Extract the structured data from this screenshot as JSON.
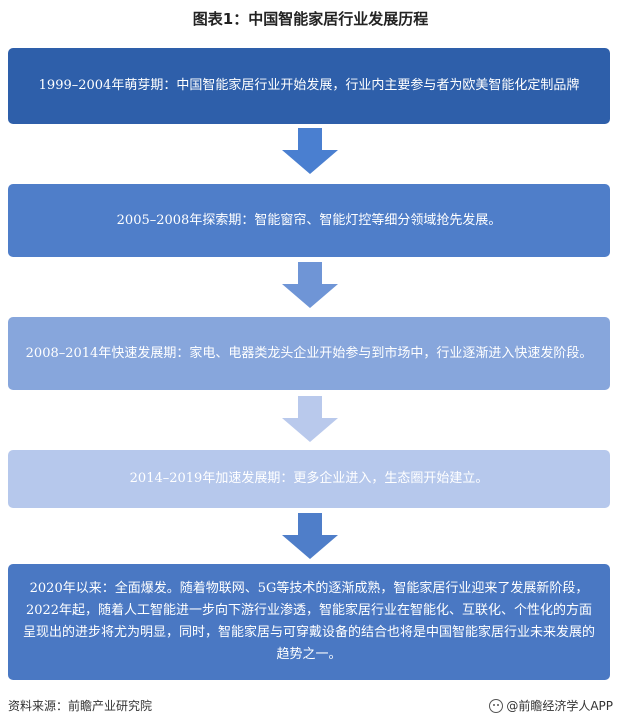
{
  "title": "图表1：中国智能家居行业发展历程",
  "stages": [
    {
      "text": "1999–2004年萌芽期：中国智能家居行业开始发展，行业内主要参与者为欧美智能化定制品牌"
    },
    {
      "text": "2005–2008年探索期：智能窗帘、智能灯控等细分领域抢先发展。"
    },
    {
      "text": "2008–2014年快速发展期：家电、电器类龙头企业开始参与到市场中，行业逐渐进入快速发阶段。"
    },
    {
      "text": "2014–2019年加速发展期：更多企业进入，生态圈开始建立。"
    },
    {
      "text": "2020年以来：全面爆发。随着物联网、5G等技术的逐渐成熟，智能家居行业迎来了发展新阶段，2022年起，随着人工智能进一步向下游行业渗透，智能家居行业在智能化、互联化、个性化的方面呈现出的进步将尤为明显，同时，智能家居与可穿戴设备的结合也将是中国智能家居行业未来发展的趋势之一。"
    }
  ],
  "colors": {
    "stage1": "#2e5faa",
    "stage2": "#4f7ec9",
    "stage3": "#87a6dc",
    "stage4": "#b6c8ec",
    "stage5": "#4a78c3",
    "arrow1": "#4a7fd0",
    "arrow2": "#6f95d6",
    "arrow3": "#b9c9ec",
    "arrow4": "#4f7ec9"
  },
  "footer": {
    "source": "资料来源：前瞻产业研究院",
    "brand": "@前瞻经济学人APP"
  }
}
